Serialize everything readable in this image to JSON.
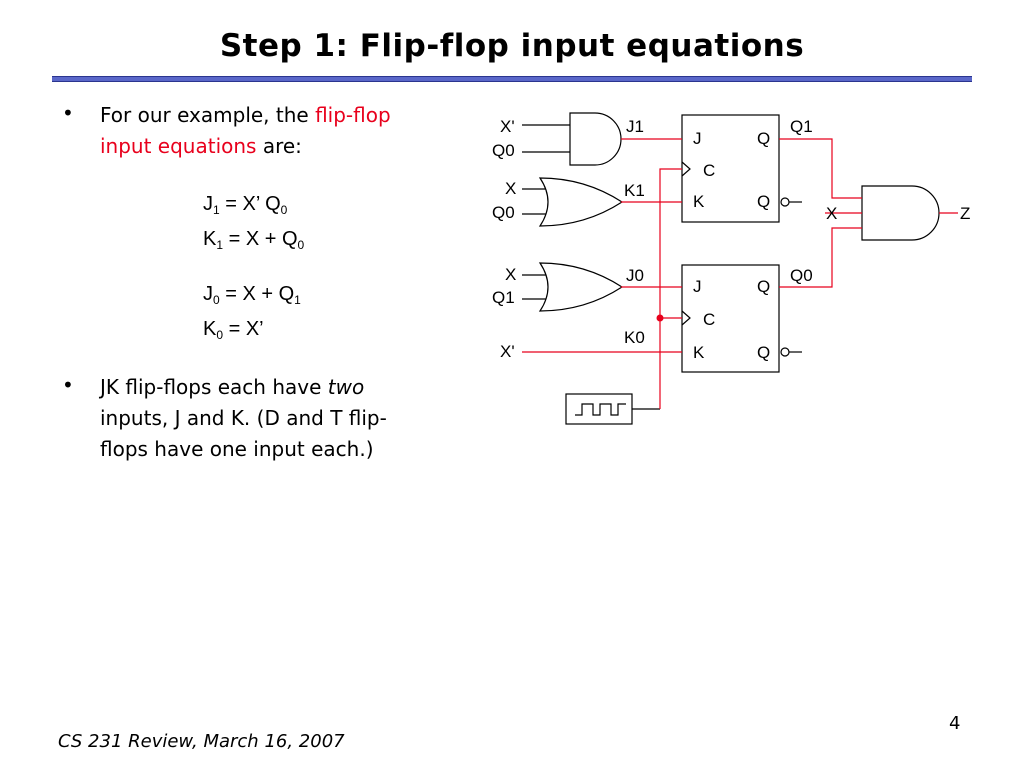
{
  "slide": {
    "title": "Step 1: Flip-flop input equations",
    "page_number": "4",
    "footer": "CS 231 Review, March 16, 2007"
  },
  "bullets": {
    "b1_part1": "For our example, the ",
    "b1_red_part1": "flip-flop",
    "b1_red_part2": "input equations",
    "b1_part2": " are:",
    "b2_part1": "JK flip-flops each have ",
    "b2_italic": "two",
    "b2_line2": "inputs, J and K. (D and T flip-",
    "b2_line3": "flops have one input each.)"
  },
  "equations": {
    "j1": {
      "lhs": "J",
      "lhs_sub": "1",
      "rhs": " = X’ Q",
      "rhs_sub": "0"
    },
    "k1": {
      "lhs": "K",
      "lhs_sub": "1",
      "rhs": " = X + Q",
      "rhs_sub": "0"
    },
    "j0": {
      "lhs": "J",
      "lhs_sub": "0",
      "rhs": " = X + Q",
      "rhs_sub": "1"
    },
    "k0": {
      "lhs": "K",
      "lhs_sub": "0",
      "rhs": " = X’"
    }
  },
  "circuit": {
    "and1_in_a": "X'",
    "and1_in_b": "Q0",
    "or1_in_a": "X",
    "or1_in_b": "Q0",
    "or2_in_a": "X",
    "or2_in_b": "Q1",
    "k0_in": "X'",
    "wire_j1": "J1",
    "wire_k1": "K1",
    "wire_j0": "J0",
    "wire_k0": "K0",
    "ff1": {
      "j": "J",
      "c": "C",
      "k": "K",
      "q": "Q",
      "qbar": "Q"
    },
    "ff0": {
      "j": "J",
      "c": "C",
      "k": "K",
      "q": "Q",
      "qbar": "Q"
    },
    "out_q1": "Q1",
    "out_q0": "Q0",
    "and_out_x": "X",
    "and_out_z": "Z",
    "wire_color": "#e8001c"
  }
}
